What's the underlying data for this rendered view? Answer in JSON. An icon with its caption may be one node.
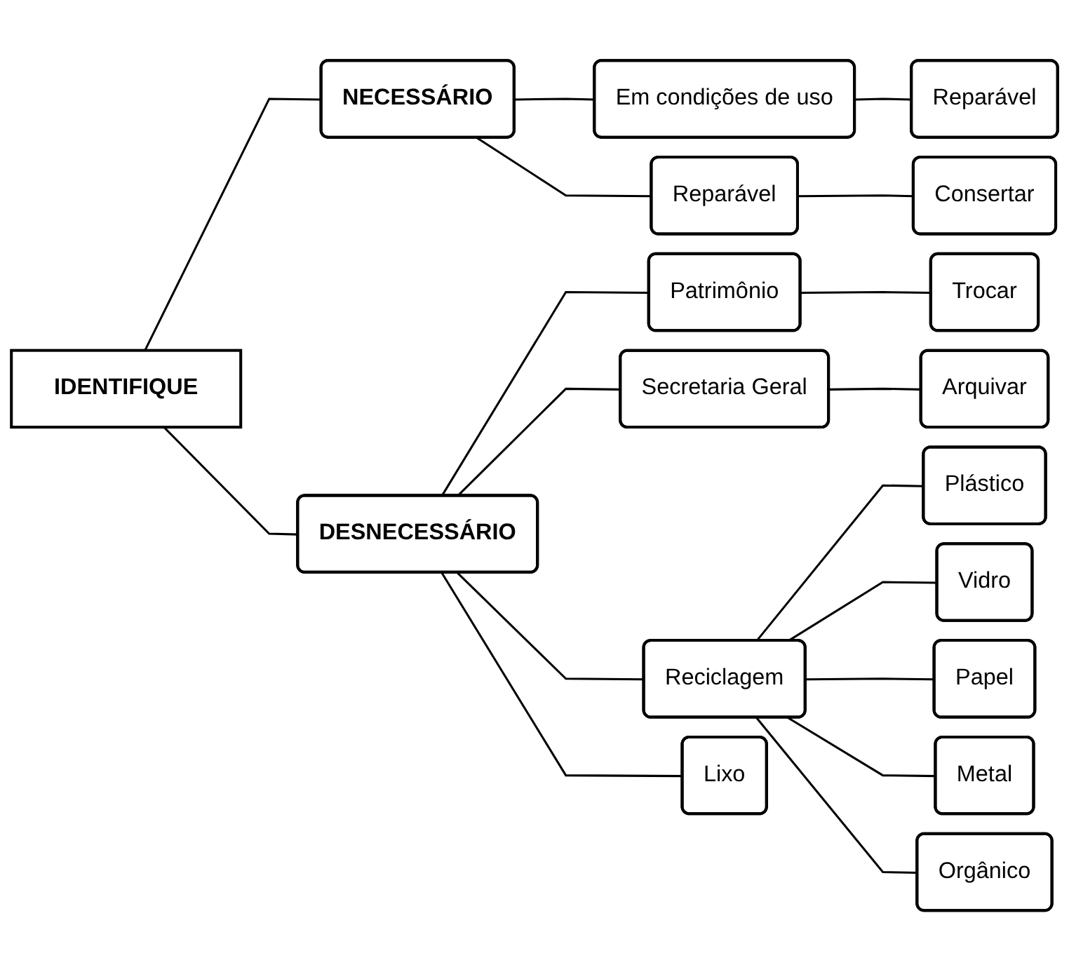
{
  "diagram": {
    "nodes": [
      {
        "text": [
          "IDENTIFIQUE"
        ]
      },
      {
        "text": [
          "NECESSÁRIO"
        ]
      },
      {
        "text": [
          "Em condições de uso"
        ]
      },
      {
        "text": [
          "Reparável"
        ]
      },
      {
        "text": [
          "Reparável"
        ]
      },
      {
        "text": [
          "Consertar"
        ]
      },
      {
        "text": [
          "DESNECESSÁRIO"
        ]
      },
      {
        "text": [
          "Patrimônio"
        ]
      },
      {
        "text": [
          "Trocar"
        ]
      },
      {
        "text": [
          "Secretaria Geral"
        ]
      },
      {
        "text": [
          "Arquivar"
        ]
      },
      {
        "text": [
          "Reciclagem"
        ]
      },
      {
        "text": [
          "Plástico"
        ]
      },
      {
        "text": [
          "Vidro"
        ]
      },
      {
        "text": [
          "Papel"
        ]
      },
      {
        "text": [
          "Metal"
        ]
      },
      {
        "text": [
          "Orgânico"
        ]
      },
      {
        "text": [
          "Lixo"
        ]
      }
    ],
    "edges": [
      {
        "from": 0,
        "to": 1,
        "arrow": "none"
      },
      {
        "from": 0,
        "to": 6,
        "arrow": "none"
      },
      {
        "from": 1,
        "to": 2,
        "arrow": "none"
      },
      {
        "from": 1,
        "to": 4,
        "arrow": "none"
      },
      {
        "from": 2,
        "to": 3,
        "arrow": "none"
      },
      {
        "from": 4,
        "to": 5,
        "arrow": "none"
      },
      {
        "from": 6,
        "to": 7,
        "arrow": "none"
      },
      {
        "from": 6,
        "to": 9,
        "arrow": "none"
      },
      {
        "from": 6,
        "to": 11,
        "arrow": "none"
      },
      {
        "from": 6,
        "to": 17,
        "arrow": "none"
      },
      {
        "from": 7,
        "to": 8,
        "arrow": "none"
      },
      {
        "from": 9,
        "to": 10,
        "arrow": "none"
      },
      {
        "from": 11,
        "to": 12,
        "arrow": "none"
      },
      {
        "from": 11,
        "to": 13,
        "arrow": "none"
      },
      {
        "from": 11,
        "to": 14,
        "arrow": "none"
      },
      {
        "from": 11,
        "to": 15,
        "arrow": "none"
      },
      {
        "from": 11,
        "to": 16,
        "arrow": "none"
      }
    ]
  }
}
